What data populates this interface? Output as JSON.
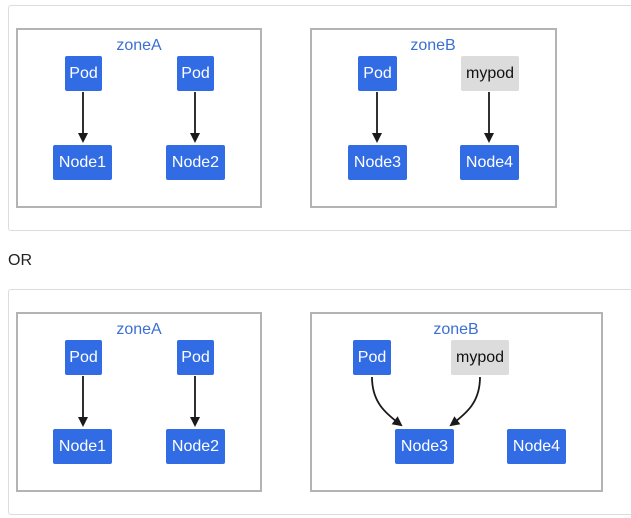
{
  "separator": "OR",
  "colors": {
    "node_blue": "#326ce5",
    "node_gray": "#dcdcdc",
    "zone_label": "#3b6fd4",
    "zone_border": "#b3b3b3"
  },
  "top": {
    "zoneA": {
      "label": "zoneA",
      "pods": [
        "Pod",
        "Pod"
      ],
      "nodes": [
        "Node1",
        "Node2"
      ]
    },
    "zoneB": {
      "label": "zoneB",
      "pods": [
        "Pod",
        "mypod"
      ],
      "nodes": [
        "Node3",
        "Node4"
      ]
    }
  },
  "bottom": {
    "zoneA": {
      "label": "zoneA",
      "pods": [
        "Pod",
        "Pod"
      ],
      "nodes": [
        "Node1",
        "Node2"
      ]
    },
    "zoneB": {
      "label": "zoneB",
      "pods": [
        "Pod",
        "mypod"
      ],
      "nodes": [
        "Node3",
        "Node4"
      ]
    }
  }
}
